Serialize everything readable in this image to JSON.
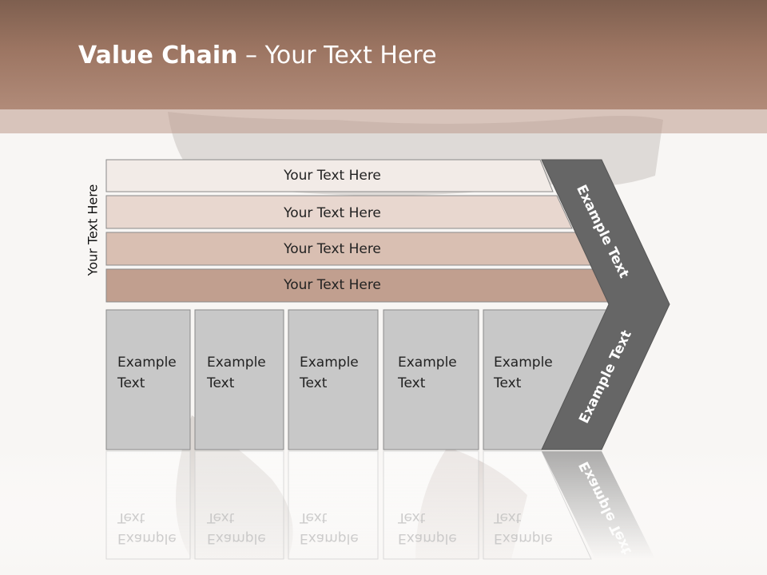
{
  "slide": {
    "title_bold": "Value Chain",
    "title_rest": " – Your Text Here",
    "side_label": "Your Text Here"
  },
  "rows": [
    {
      "label": "Your Text Here",
      "color": "#f2ebe7"
    },
    {
      "label": "Your Text Here",
      "color": "#e8d7cf"
    },
    {
      "label": "Your Text Here",
      "color": "#d9bfb2"
    },
    {
      "label": "Your Text Here",
      "color": "#c19f8f"
    }
  ],
  "columns": [
    {
      "line1": "Example",
      "line2": "Text"
    },
    {
      "line1": "Example",
      "line2": "Text"
    },
    {
      "line1": "Example",
      "line2": "Text"
    },
    {
      "line1": "Example",
      "line2": "Text"
    },
    {
      "line1": "Example",
      "line2": "Text"
    }
  ],
  "chevron": {
    "top_label": "Example Text",
    "bottom_label": "Example Text",
    "color": "#666666"
  },
  "colors": {
    "header": "#9c7562",
    "column_fill": "#c8c8c8"
  }
}
